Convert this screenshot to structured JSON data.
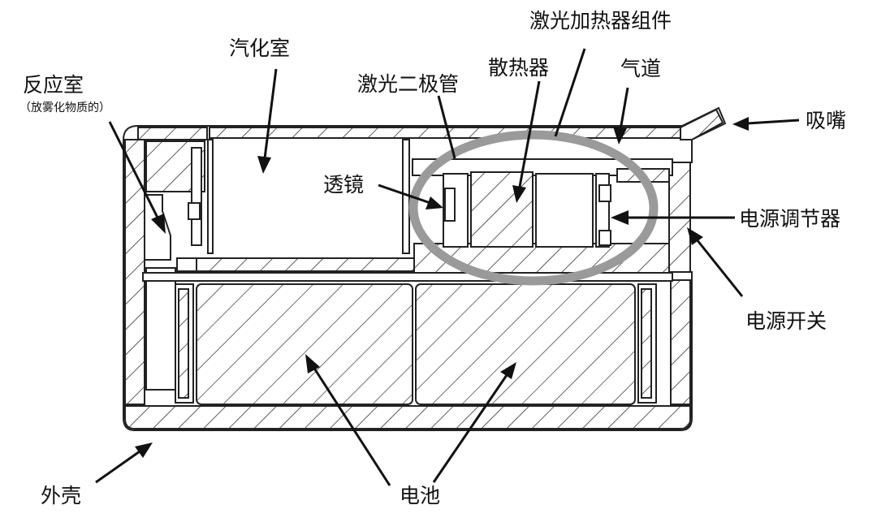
{
  "labels": {
    "reaction_chamber": "反应室",
    "reaction_chamber_note": "（放雾化物质的）",
    "vaporization_chamber": "汽化室",
    "laser_heater_assembly": "激光加热器组件",
    "heat_sink": "散热器",
    "laser_diode": "激光二极管",
    "air_channel": "气道",
    "mouthpiece": "吸嘴",
    "lens": "透镜",
    "power_regulator": "电源调节器",
    "power_switch": "电源开关",
    "housing": "外壳",
    "battery": "电池"
  },
  "colors": {
    "line": "#222222",
    "highlight_ring": "#9a9a9a",
    "background": "#ffffff"
  }
}
